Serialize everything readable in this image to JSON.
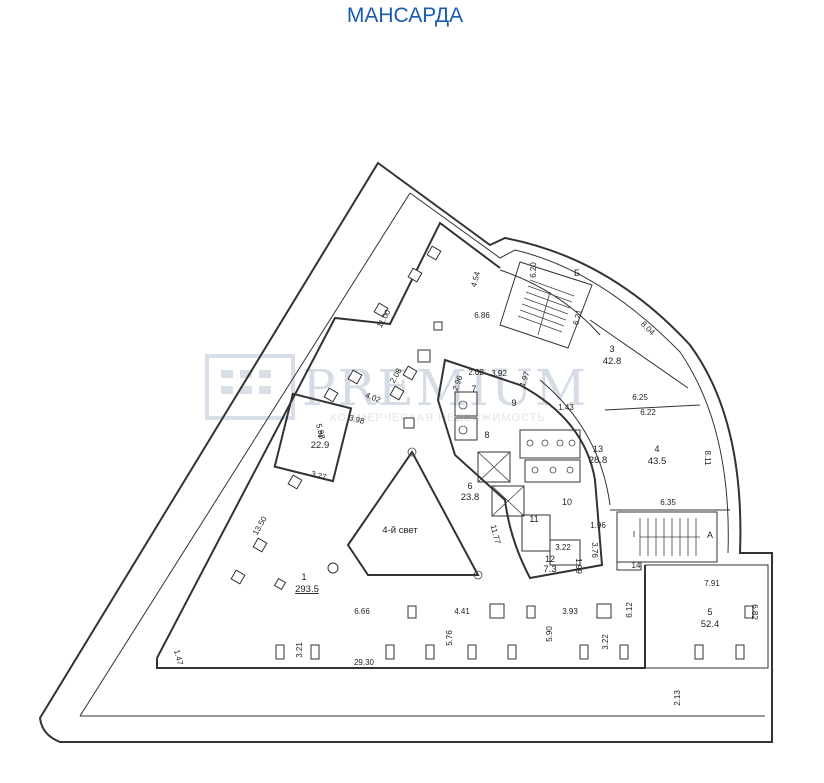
{
  "title": "МАНСАРДА",
  "watermark": {
    "brand": "PREMIUM",
    "tagline": "КОММЕРЧЕСКАЯ НЕДВИЖИМОСТЬ"
  },
  "rooms": [
    {
      "num": "1",
      "area": "293.5"
    },
    {
      "num": "2",
      "area": "22.9"
    },
    {
      "num": "3",
      "area": "42.8"
    },
    {
      "num": "4",
      "area": "43.5"
    },
    {
      "num": "5",
      "area": "52.4"
    },
    {
      "num": "6",
      "area": "23.8"
    },
    {
      "num": "7"
    },
    {
      "num": "8"
    },
    {
      "num": "9"
    },
    {
      "num": "10"
    },
    {
      "num": "11"
    },
    {
      "num": "12",
      "area": "7.3"
    },
    {
      "num": "13",
      "area": "28.8"
    }
  ],
  "lightwell_label": "4-й свет",
  "stair_labels": [
    "Б",
    "А"
  ],
  "small_labels": [
    "14",
    "I"
  ],
  "dimensions": {
    "d_454": "4.54",
    "d_620": "6.20",
    "d_686": "6.86",
    "d_621": "6.21",
    "d_804": "8.04",
    "d_1100": "11.00",
    "d_402": "4.02",
    "d_208": "2.08",
    "d_202": "2.02",
    "d_392": "3.92",
    "d_197": "1.97",
    "d_296": "2.96",
    "d_143": "1.43",
    "d_625": "6.25",
    "d_622": "6.22",
    "d_598": "5.98",
    "d_398": "3.98",
    "d_327": "3.27",
    "d_1350": "13.50",
    "d_1177": "11.77",
    "d_811": "8.11",
    "d_635": "6.35",
    "d_196": "1.96",
    "d_322": "3.22",
    "d_376": "3.76",
    "d_199": "1.99",
    "d_791": "7.91",
    "d_612": "6.12",
    "d_682": "6.82",
    "d_666": "6.66",
    "d_441": "4.41",
    "d_393": "3.93",
    "d_576": "5.76",
    "d_590": "5.90",
    "d_322b": "3.22",
    "d_321": "3.21",
    "d_2930": "29.30",
    "d_147": "1.47",
    "d_213": "2.13"
  }
}
